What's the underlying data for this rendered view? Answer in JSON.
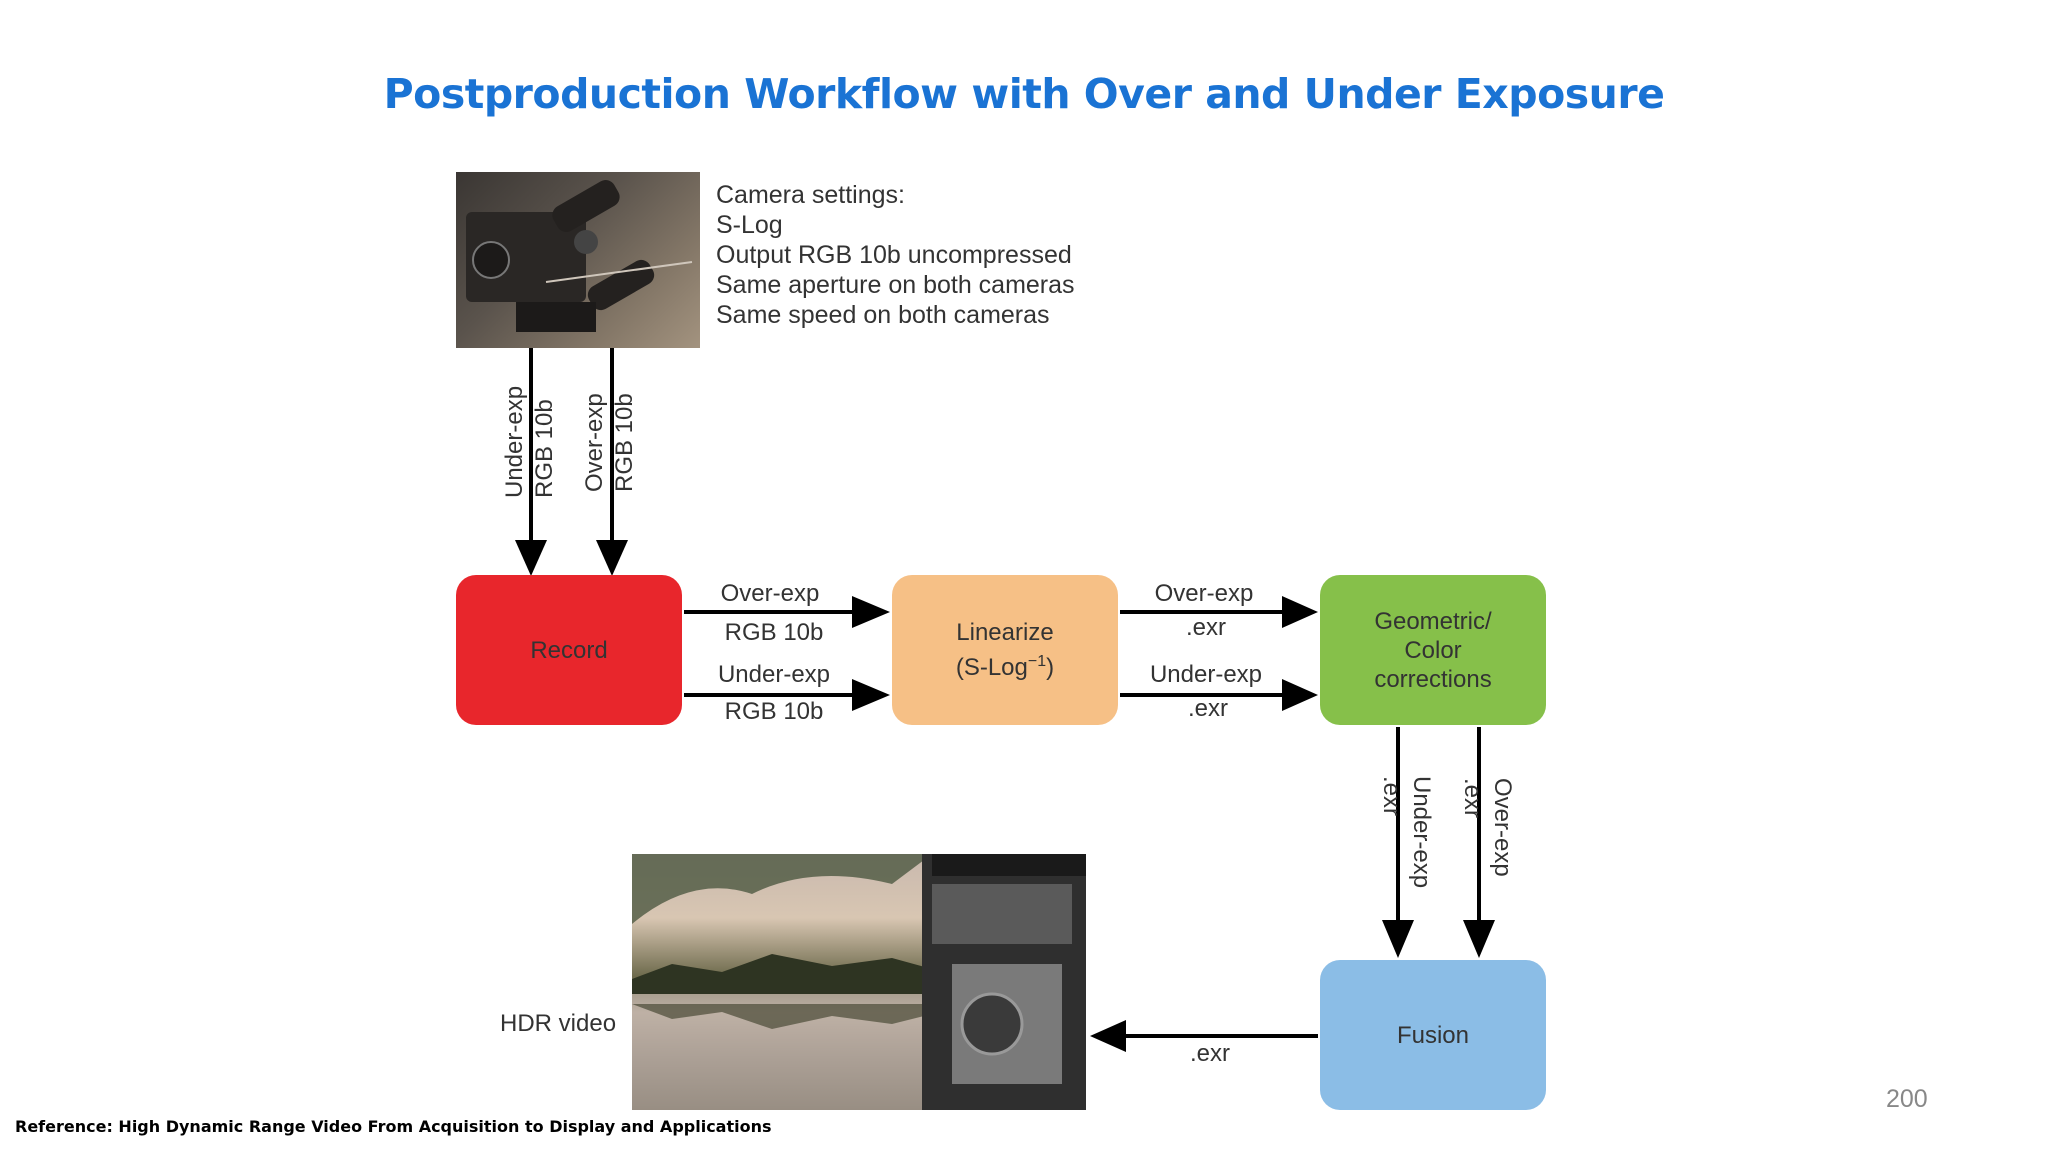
{
  "title": "Postproduction Workflow with Over and Under Exposure",
  "camera_settings": {
    "lines": [
      "Camera settings:",
      "S-Log",
      "Output RGB 10b uncompressed",
      "Same aperture on both cameras",
      "Same speed on both cameras"
    ]
  },
  "camera_outputs": {
    "under_line1": "Under-exp",
    "under_line2": "RGB 10b",
    "over_line1": "Over-exp",
    "over_line2": "RGB 10b"
  },
  "nodes": {
    "record": "Record",
    "linearize_line1": "Linearize",
    "linearize_line2_prefix": "(S-Log",
    "linearize_sup": "−1",
    "linearize_line2_suffix": ")",
    "geometric_line1": "Geometric/",
    "geometric_line2": "Color",
    "geometric_line3": "corrections",
    "fusion": "Fusion"
  },
  "edges": {
    "rec_lin_over_1": "Over-exp",
    "rec_lin_over_2": "RGB 10b",
    "rec_lin_under_1": "Under-exp",
    "rec_lin_under_2": "RGB 10b",
    "lin_geo_over_1": "Over-exp",
    "lin_geo_over_2": ".exr",
    "lin_geo_under_1": "Under-exp",
    "lin_geo_under_2": ".exr",
    "geo_fus_under_1": "Under-exp",
    "geo_fus_under_2": ".exr",
    "geo_fus_over_1": "Over-exp",
    "geo_fus_over_2": ".exr",
    "fus_hdr": ".exr"
  },
  "hdr_label": "HDR video",
  "page_number": "200",
  "reference": "Reference: High Dynamic Range Video From Acquisition to Display and Applications",
  "colors": {
    "title": "#1a73d4",
    "record": "#e8262c",
    "linearize": "#f6c086",
    "geometric": "#86c04a",
    "fusion": "#8bbde6"
  }
}
